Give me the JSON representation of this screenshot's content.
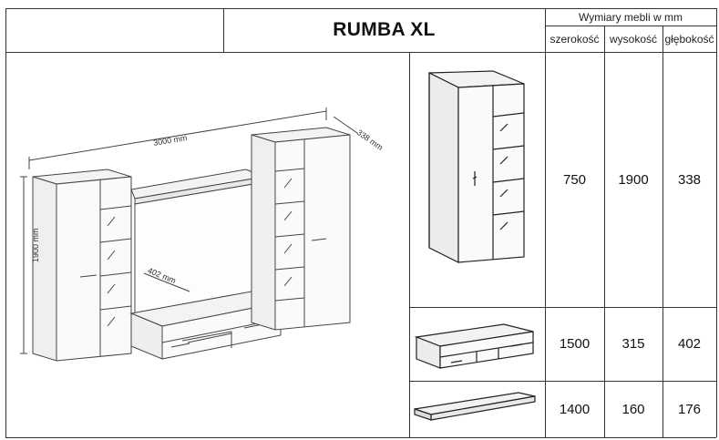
{
  "title": "RUMBA XL",
  "header": {
    "group_label": "Wymiary mebli w mm",
    "columns": [
      "szerokość",
      "wysokość",
      "głębokość"
    ]
  },
  "rows": [
    {
      "item_icon": "wardrobe-cabinet-icon",
      "width": "750",
      "height": "1900",
      "depth": "338"
    },
    {
      "item_icon": "tv-stand-icon",
      "width": "1500",
      "height": "315",
      "depth": "402"
    },
    {
      "item_icon": "wall-shelf-icon",
      "width": "1400",
      "height": "160",
      "depth": "176"
    }
  ],
  "drawing": {
    "total_width_label": "3000 mm",
    "depth_label": "338 mm",
    "height_label": "1900 mm",
    "tv_depth_label": "402 mm"
  }
}
